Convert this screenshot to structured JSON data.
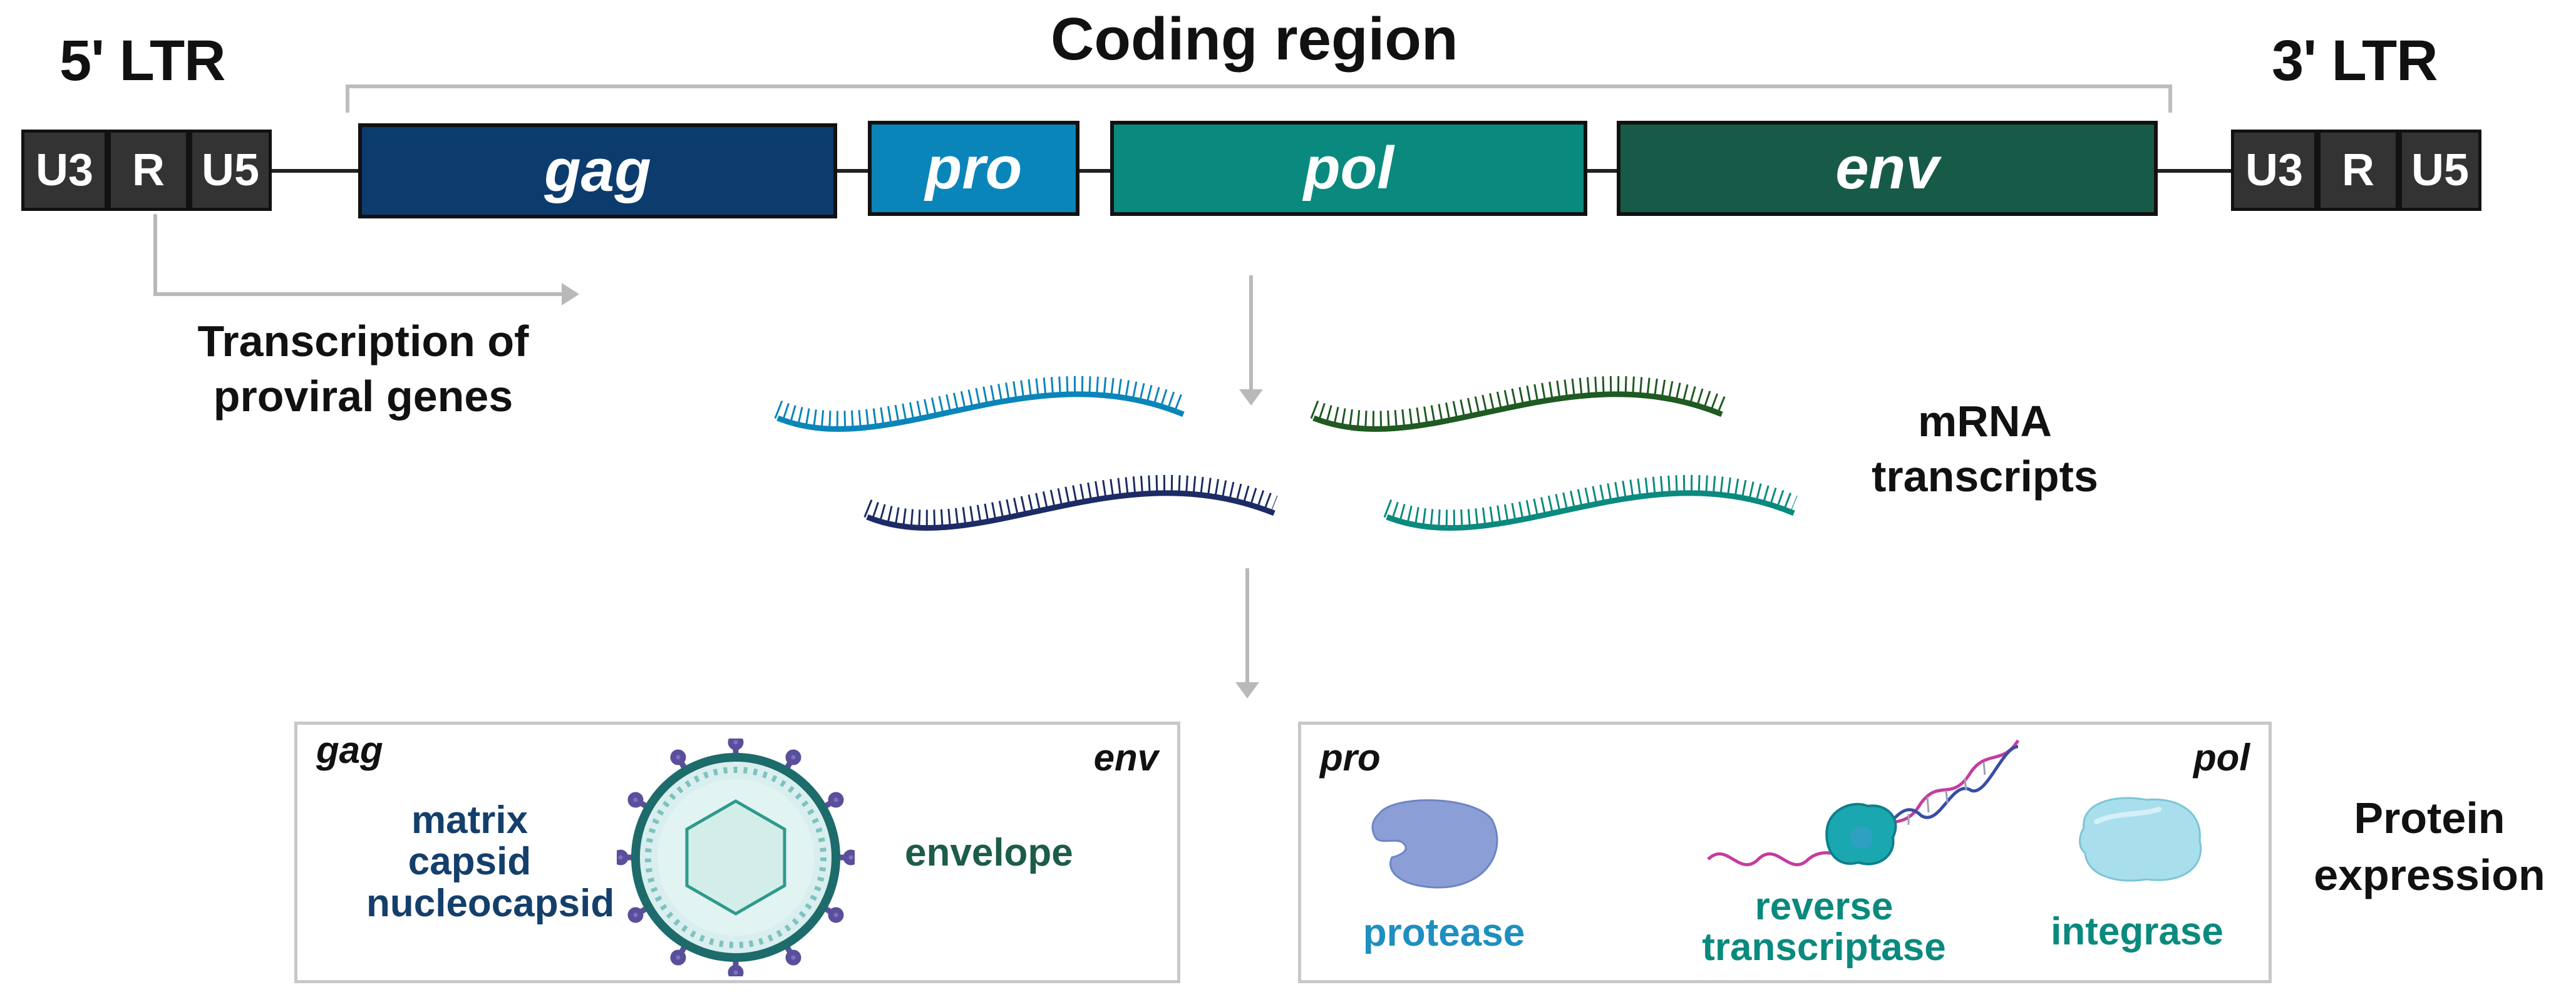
{
  "header": {
    "ltr5_title": "5' LTR",
    "ltr3_title": "3' LTR",
    "coding_title": "Coding region"
  },
  "ltr5_cells": [
    "U3",
    "R",
    "U5"
  ],
  "ltr3_cells": [
    "U3",
    "R",
    "U5"
  ],
  "genes": {
    "gag": "gag",
    "pro": "pro",
    "pol": "pol",
    "env": "env"
  },
  "labels": {
    "transcription_line1": "Transcription of",
    "transcription_line2": "proviral genes",
    "mrna_line1": "mRNA",
    "mrna_line2": "transcripts",
    "protein_line1": "Protein",
    "protein_line2": "expression"
  },
  "panel_left": {
    "corner_left": "gag",
    "corner_right": "env",
    "matrix": "matrix",
    "capsid": "capsid",
    "nucleocapsid": "nucleocapsid",
    "envelope": "envelope"
  },
  "panel_right": {
    "corner_left": "pro",
    "corner_right": "pol",
    "protease": "protease",
    "rt_line1": "reverse",
    "rt_line2": "transcriptase",
    "integrase": "integrase"
  },
  "colors": {
    "gag": "#0c3c6e",
    "pro": "#0a85ba",
    "pol": "#0a8a7e",
    "env": "#175a48",
    "arrow_gray": "#b9b9b9",
    "dark_blue_text": "#143f6b",
    "teal_text": "#0a8a7e",
    "blue_text": "#1e8fc0",
    "green_text": "#1d5c4a"
  }
}
